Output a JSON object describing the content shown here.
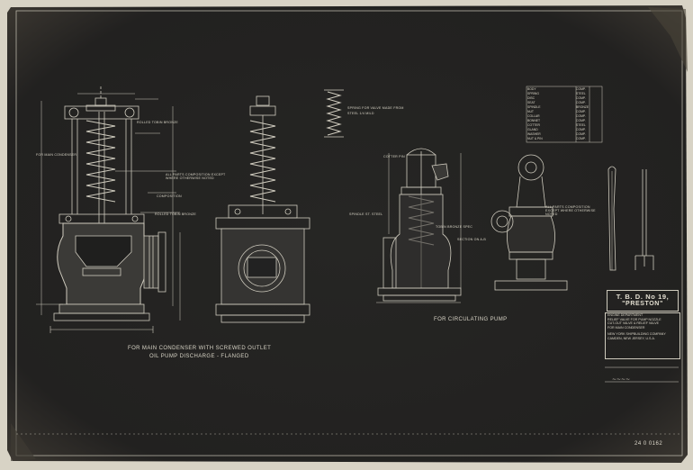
{
  "captions": {
    "main_line1": "FOR MAIN CONDENSER WITH SCREWED OUTLET",
    "main_line2": "OIL PUMP DISCHARGE - FLANGED",
    "circulating": "FOR CIRCULATING PUMP"
  },
  "title_block": {
    "ship_line": "T. B. D. No 19,",
    "ship_name": "\"PRESTON\"",
    "dept": "ENGINE DEPARTMENT",
    "desc1": "RELIEF VALVE FOR PUMP NOZZLE",
    "desc2": "CUT-OUT VALVE & RELIEF VALVE",
    "desc3": "FOR MAIN CONDENSER",
    "builder1": "NEW YORK SHIPBUILDING COMPANY",
    "builder2": "CAMDEN, NEW JERSEY, U.S.A.",
    "drawing_no": "24 0 0162"
  },
  "notes": {
    "bronze_top": "ROLLED TOBIN BRONZE",
    "bronze_mid": "ROLLED TOBIN BRONZE",
    "composition": "COMPOSITION",
    "spring_note": "SPRING FOR VALVE MADE FROM",
    "steel_spec": "STEEL 1/4 MILD",
    "tobin": "TOBIN BRONZE SPEC",
    "cotter": "COTTER PIN",
    "composition_parts": "ALL PARTS COMPOSITION EXCEPT WHERE OTHERWISE NOTED",
    "main_parts": "ALL PARTS COMPOSITION EXCEPT WHERE OTHERWISE NOTED",
    "main_cond": "FOR MAIN CONDENSER",
    "section": "SECTION ON A-B",
    "sp_steel": "SPINDLE ST. STEEL"
  },
  "table": {
    "rows": [
      [
        "BODY",
        "COMP."
      ],
      [
        "SPRING",
        "STEEL"
      ],
      [
        "DISC",
        "COMP."
      ],
      [
        "SEAT",
        "COMP."
      ],
      [
        "SPINDLE",
        "BRONZE"
      ],
      [
        "NUT",
        "COMP."
      ],
      [
        "COLLAR",
        "COMP."
      ],
      [
        "BONNET",
        "COMP."
      ],
      [
        "COTTER",
        "STEEL"
      ],
      [
        "GLAND",
        "COMP."
      ],
      [
        "WASHER",
        "COMP."
      ],
      [
        "NUT & PIN",
        "COMP."
      ]
    ]
  }
}
